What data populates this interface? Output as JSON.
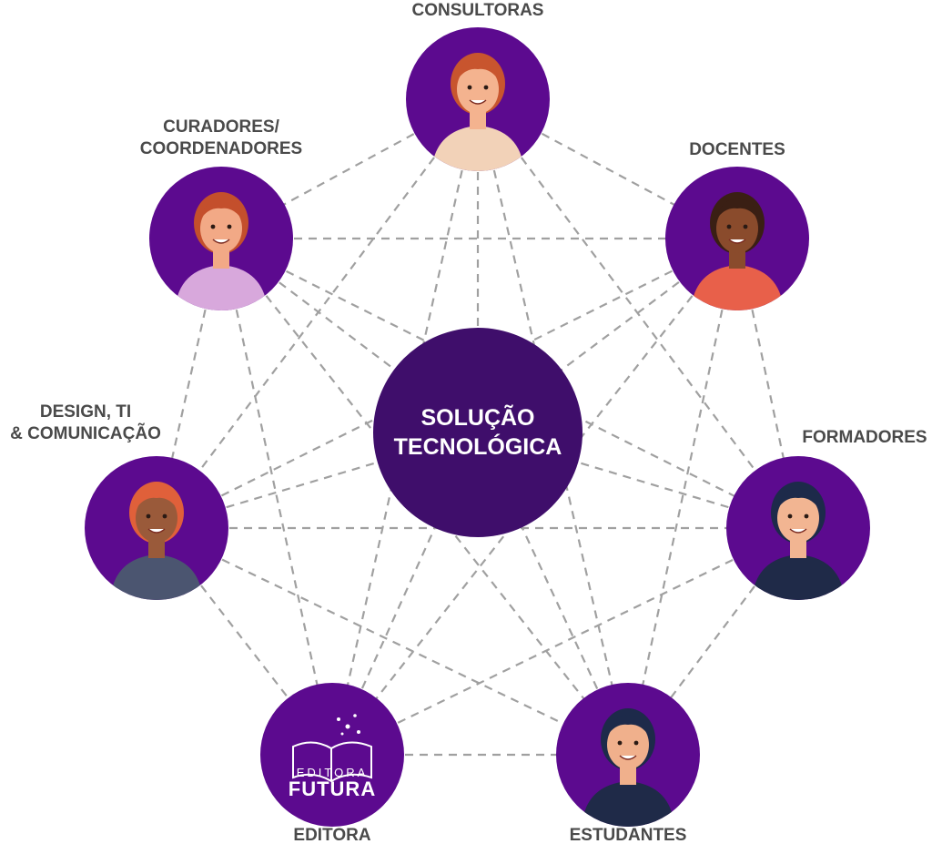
{
  "center": {
    "line1": "SOLUÇÃO",
    "line2": "TECNOLÓGICA"
  },
  "nodes": [
    {
      "id": "consultoras",
      "label": "CONSULTORAS",
      "label2": ""
    },
    {
      "id": "curadores",
      "label": "CURADORES/",
      "label2": "COORDENADORES"
    },
    {
      "id": "docentes",
      "label": "DOCENTES",
      "label2": ""
    },
    {
      "id": "design",
      "label": "DESIGN, TI",
      "label2": "& COMUNICAÇÃO"
    },
    {
      "id": "formadores",
      "label": "FORMADORES",
      "label2": ""
    },
    {
      "id": "editora",
      "label": "EDITORA",
      "label2": ""
    },
    {
      "id": "estudantes",
      "label": "ESTUDANTES",
      "label2": ""
    }
  ],
  "logo": {
    "small": "EDITORA",
    "big": "FUTURA"
  },
  "colors": {
    "node": "#5c0a8f",
    "center": "#3f0e6b",
    "line": "#a0a0a0",
    "label": "#4a4a4a"
  }
}
